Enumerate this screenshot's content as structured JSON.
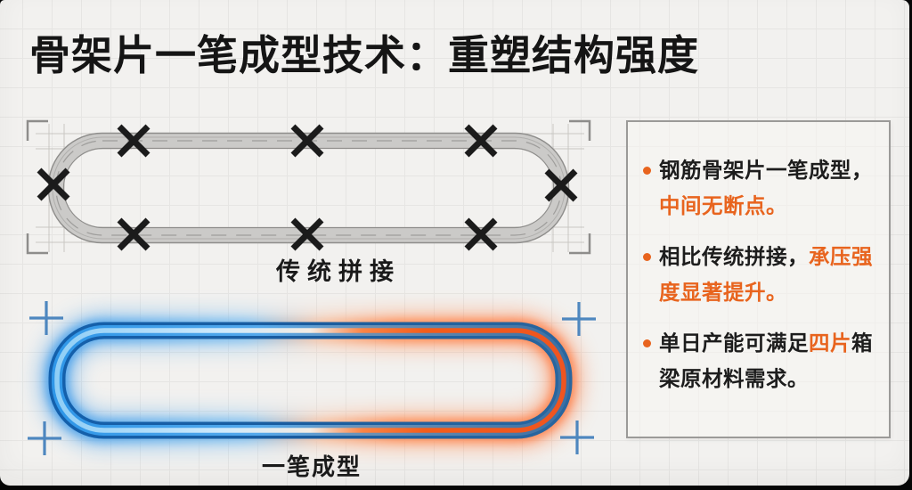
{
  "title": "骨架片一笔成型技术：重塑结构强度",
  "diagram_top": {
    "label": "传统拼接"
  },
  "diagram_bottom": {
    "label": "一笔成型"
  },
  "panel": {
    "bullets": [
      {
        "segments": [
          {
            "text": "钢筋骨架片一笔成型，",
            "highlight": false
          },
          {
            "text": "中间无断点。",
            "highlight": true
          }
        ]
      },
      {
        "segments": [
          {
            "text": "相比传统拼接，",
            "highlight": false
          },
          {
            "text": "承压强度显著提升。",
            "highlight": true
          }
        ]
      },
      {
        "segments": [
          {
            "text": "单日产能可满足",
            "highlight": false
          },
          {
            "text": "四片",
            "highlight": true
          },
          {
            "text": "箱梁原材料需求。",
            "highlight": false
          }
        ]
      }
    ]
  },
  "icons": {
    "x_mark": "✕",
    "registration_cross": "+",
    "corner_bracket": "⌐"
  },
  "colors": {
    "accent_orange": "#e8641e",
    "text_black": "#1a1a1a",
    "tube_gray": "#cbcac8",
    "tube_blue": "#2e96e8",
    "tube_orange_core": "#f25a1e",
    "registration_mark_blue": "#3d7cba",
    "background": "#f2f1ef"
  }
}
